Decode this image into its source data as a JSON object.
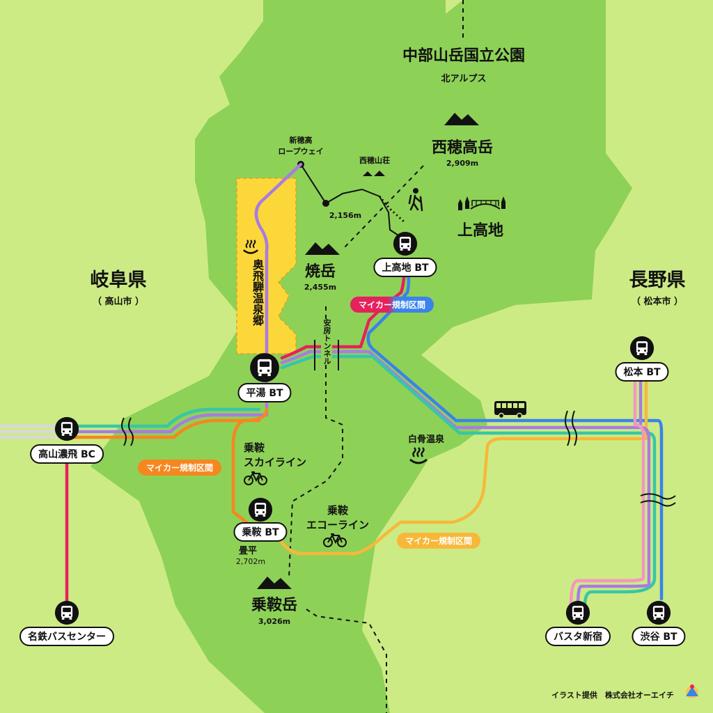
{
  "park": {
    "title": "中部山岳国立公園",
    "subtitle": "北アルプス"
  },
  "prefectures": {
    "gifu": {
      "name": "岐阜県",
      "sub": "（ 高山市 ）"
    },
    "nagano": {
      "name": "長野県",
      "sub": "（ 松本市 ）"
    }
  },
  "mountains": {
    "nishihotaka": {
      "name": "西穂高岳",
      "elev": "2,909m"
    },
    "yakedake": {
      "name": "焼岳",
      "elev": "2,455m"
    },
    "norikura": {
      "name": "乗鞍岳",
      "elev": "3,026m"
    },
    "tatamidaira": {
      "name": "畳平",
      "elev": "2,702m"
    }
  },
  "places": {
    "kamikochi": "上高地",
    "onsen_area": "奥飛騨温泉郷",
    "shirahone": "白骨温泉",
    "sanso": "西穂山荘",
    "ropeway": "新穂高\nロープウェイ",
    "ropeway_top": "2,156m",
    "tunnel": "安房トンネル"
  },
  "routes": {
    "skyline": "乗鞍\nスカイライン",
    "echoline": "乗鞍\nエコーライン"
  },
  "restrictions": {
    "kamikochi": "マイカー規制区間",
    "skyline": "マイカー規制区間",
    "echoline": "マイカー規制区間"
  },
  "stations": {
    "kamikochi": "上高地 BT",
    "hirayu": "平湯 BT",
    "takayama": "高山濃飛 BC",
    "meitetsu": "名鉄バスセンター",
    "norikura": "乗鞍 BT",
    "matsumoto": "松本 BT",
    "busta": "バスタ新宿",
    "shibuya": "渋谷 BT"
  },
  "credit": "イラスト提供　株式会社オーエイチ",
  "icons": [
    "bus-stop-icon",
    "mountain-icon",
    "hot-spring-icon",
    "bicycle-icon",
    "hiker-icon",
    "bridge-icon",
    "hut-icon",
    "bus-icon"
  ],
  "colors": {
    "lowland": "#cdeb84",
    "mountain_area": "#8ed157",
    "onsen_zone": "#fcd73a",
    "route_purple": "#a87ce0",
    "route_green": "#38c6a6",
    "route_blue": "#3a83ea",
    "route_red": "#e5225d",
    "route_orange": "#f5871f",
    "route_yellow": "#f7b83a",
    "route_pink": "#f596c0"
  }
}
